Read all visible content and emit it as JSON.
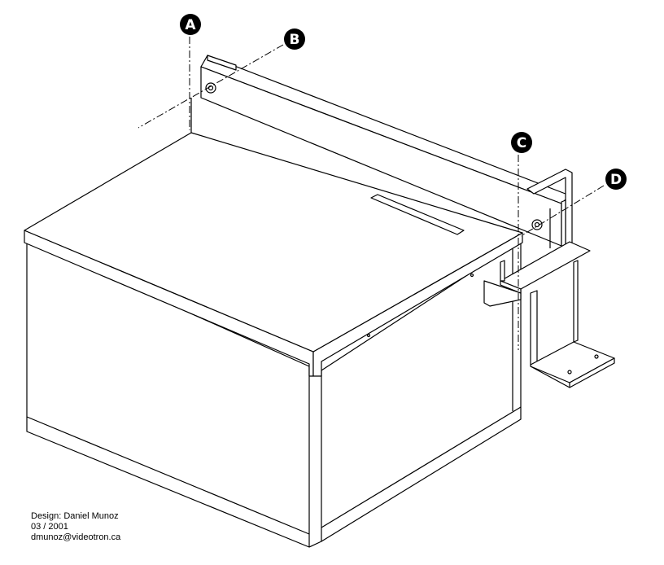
{
  "drawing": {
    "callouts": [
      "A",
      "B",
      "C",
      "D"
    ]
  },
  "credits": {
    "designer": "Design: Daniel Munoz",
    "date": "03 / 2001",
    "email": "dmunoz@videotron.ca"
  }
}
